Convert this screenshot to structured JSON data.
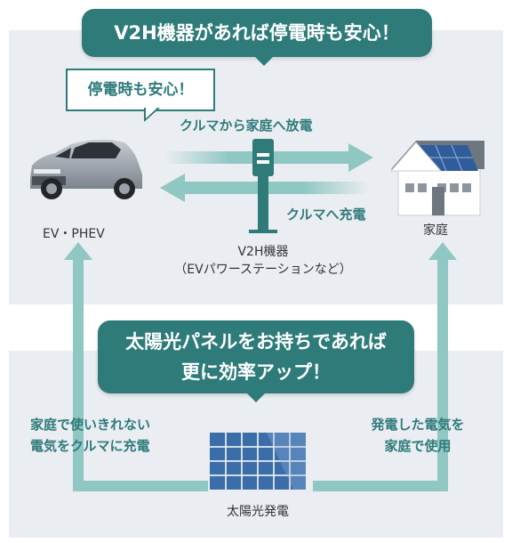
{
  "banners": {
    "top": "V2H機器があれば停電時も安心！",
    "middle_line1": "太陽光パネルをお持ちであれば",
    "middle_line2": "更に効率アップ！"
  },
  "callout": "停電時も安心！",
  "flows": {
    "car_to_home": "クルマから家庭へ放電",
    "to_car": "クルマへ充電",
    "solar_to_car_line1": "家庭で使いきれない",
    "solar_to_car_line2": "電気をクルマに充電",
    "solar_to_home_line1": "発電した電気を",
    "solar_to_home_line2": "家庭で使用"
  },
  "nodes": {
    "ev": "EV・PHEV",
    "home": "家庭",
    "v2h_line1": "V2H機器",
    "v2h_line2": "（EVパワーステーションなど）",
    "solar": "太陽光発電"
  },
  "colors": {
    "accent": "#2e7b7a",
    "arrow": "#8fc7c3",
    "panel_bg": "#eaedf1",
    "solar_blue": "#3b6ea8",
    "roof_blue": "#2f5c9a"
  }
}
